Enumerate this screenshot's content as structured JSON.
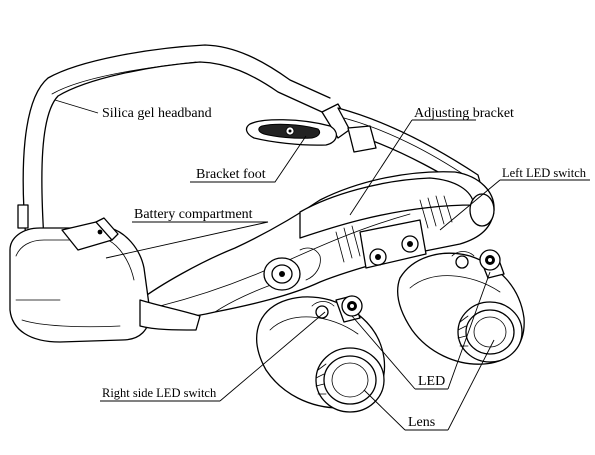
{
  "labels": {
    "headband": "Silica gel headband",
    "adjusting_bracket": "Adjusting bracket",
    "bracket_foot": "Bracket foot",
    "left_led_switch": "Left LED switch",
    "battery_compartment": "Battery compartment",
    "right_led_switch": "Right side LED switch",
    "led": "LED",
    "lens": "Lens"
  }
}
